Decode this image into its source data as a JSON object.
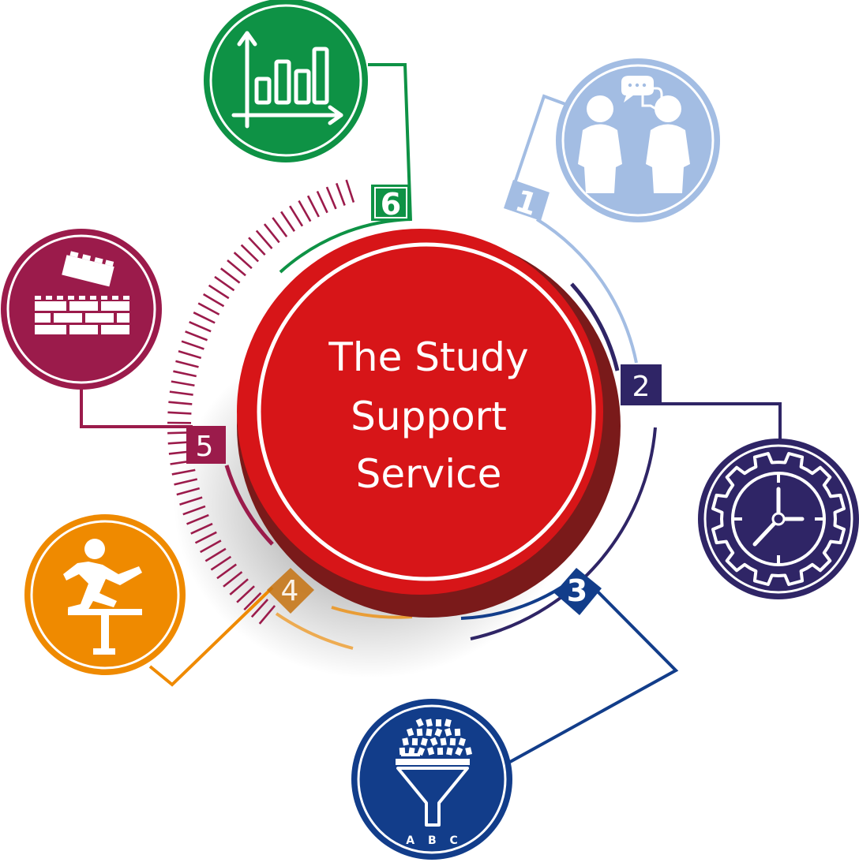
{
  "center": {
    "title_lines": [
      "The Study",
      "Support",
      "Service"
    ],
    "color": "#d71518"
  },
  "steps": [
    {
      "number": "1",
      "icon": "people-talking-icon",
      "color": "#a3bde3"
    },
    {
      "number": "2",
      "icon": "gear-clock-icon",
      "color": "#2f2566"
    },
    {
      "number": "3",
      "icon": "funnel-letters-icon",
      "color": "#123d8a",
      "caption": "A B C"
    },
    {
      "number": "4",
      "icon": "hurdle-runner-icon",
      "color": "#ef8a00"
    },
    {
      "number": "5",
      "icon": "building-blocks-icon",
      "color": "#9b1b4b"
    },
    {
      "number": "6",
      "icon": "bar-chart-icon",
      "color": "#0e9245"
    }
  ]
}
